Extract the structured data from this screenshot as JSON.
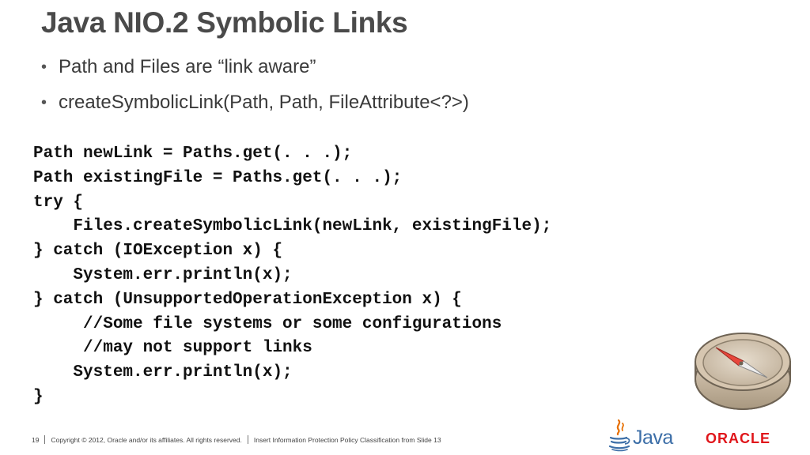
{
  "slide": {
    "title": "Java NIO.2 Symbolic Links",
    "bullets": [
      "Path and Files are “link aware”",
      "createSymbolicLink(Path, Path, FileAttribute<?>)"
    ],
    "code_lines": [
      "Path newLink = Paths.get(. . .);",
      "Path existingFile = Paths.get(. . .);",
      "try {",
      "    Files.createSymbolicLink(newLink, existingFile);",
      "} catch (IOException x) {",
      "    System.err.println(x);",
      "} catch (UnsupportedOperationException x) {",
      "     //Some file systems or some configurations",
      "     //may not support links",
      "    System.err.println(x);",
      "}"
    ],
    "image": {
      "icon": "compass-icon"
    }
  },
  "footer": {
    "page_number": "19",
    "copyright": "Copyright © 2012, Oracle and/or its affiliates. All rights reserved.",
    "classification": "Insert Information Protection Policy Classification from Slide 13"
  },
  "logos": {
    "java_text": "Java",
    "oracle_text": "ORACLE",
    "java_color": "#3d6fa8",
    "oracle_color": "#e0161b"
  }
}
